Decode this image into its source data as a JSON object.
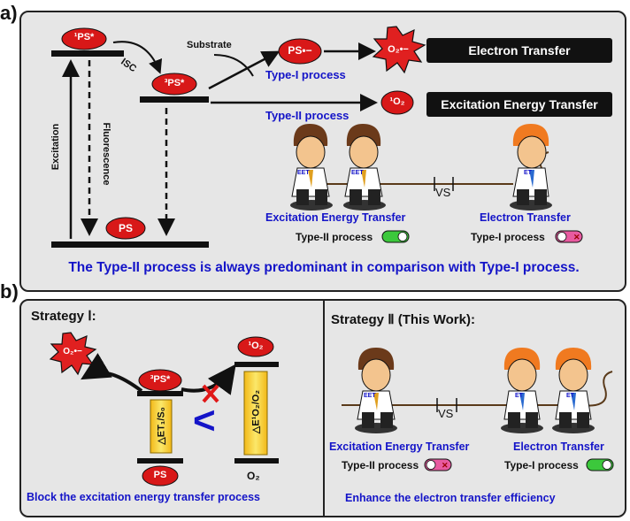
{
  "panel_a": {
    "label": "a)",
    "ps_singlet": "¹PS*",
    "ps_triplet": "³PS*",
    "ps_ground": "PS",
    "isc": "ISC",
    "excitation": "Excitation",
    "fluorescence": "Fluorescence",
    "substrate": "Substrate",
    "ps_radical": "PS•−",
    "superoxide": "O₂•−",
    "singlet_oxygen": "¹O₂",
    "type1": "Type-I process",
    "type2": "Type-II process",
    "electron_transfer_box": "Electron Transfer",
    "energy_transfer_box": "Excitation Energy Transfer",
    "left_team": "Excitation Energy Transfer",
    "right_team": "Electron Transfer",
    "left_toggle_label": "Type-II process",
    "right_toggle_label": "Type-I process",
    "vs": "VS",
    "eet_tag": "EET",
    "et_tag": "ET",
    "conclusion": "The Type-II process is always predominant in comparison with Type-I process."
  },
  "panel_b": {
    "label": "b)",
    "strategy1_title": "Strategy Ⅰ:",
    "superoxide": "O₂•−",
    "ps_triplet": "³PS*",
    "singlet_oxygen": "¹O₂",
    "ps_ground": "PS",
    "o2": "O₂",
    "delta_left": "△ET₁/S₀",
    "delta_right": "△E¹O₂/O₂",
    "less_than": "<",
    "strategy1_caption": "Block the excitation energy transfer process",
    "strategy2_title": "Strategy Ⅱ (This Work):",
    "left_team": "Excitation Energy Transfer",
    "right_team": "Electron Transfer",
    "left_toggle_label": "Type-II process",
    "right_toggle_label": "Type-I process",
    "vs": "VS",
    "eet_tag": "EET",
    "et_tag": "ET",
    "strategy2_caption": "Enhance the electron transfer efficiency"
  },
  "colors": {
    "panel_bg": "#e6e6e6",
    "accent_blue": "#1414c8",
    "ps_red": "#d81818",
    "toggle_on": "#3cc83c",
    "toggle_off": "#e85aa0",
    "delta_yellow": "#f6d21a"
  }
}
